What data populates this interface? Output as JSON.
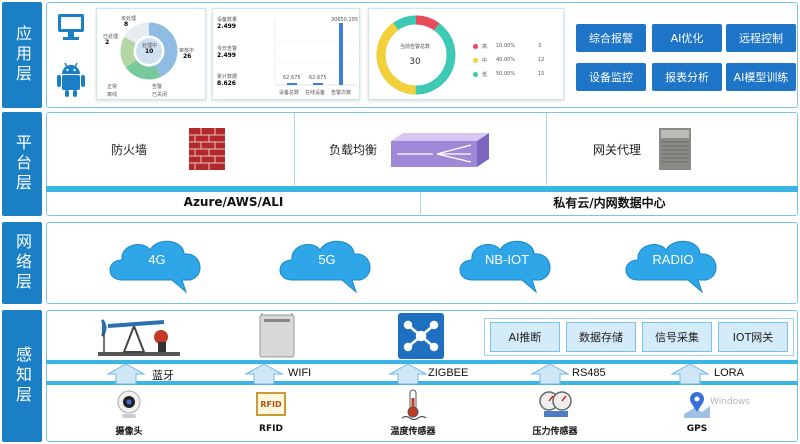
{
  "layers": {
    "application": "应用层",
    "platform": "平台层",
    "network": "网络层",
    "perception": "感知层"
  },
  "application": {
    "donut_left": {
      "labels": [
        "未处理",
        "已处理",
        "处理中",
        "审核中"
      ],
      "values": [
        "8",
        "2",
        "10",
        "26"
      ],
      "legend": [
        "正常",
        "告警",
        "离线",
        "已关闭"
      ]
    },
    "bar_panel": {
      "stats": [
        {
          "label": "设备数量",
          "value": "2.499"
        },
        {
          "label": "今日告警",
          "value": "2.499"
        },
        {
          "label": "累计数据",
          "value": "8.626"
        }
      ],
      "bar_values": [
        "62.675",
        "62.675",
        "30650.205"
      ],
      "bar_labels": [
        "设备总数",
        "在线设备",
        "告警次数"
      ]
    },
    "ring_panel": {
      "center_title": "当前告警总数",
      "center_value": "30",
      "legend": [
        {
          "name": "高",
          "pct": "10.00%",
          "count": "3",
          "color": "#e64a5c"
        },
        {
          "name": "中",
          "pct": "40.00%",
          "count": "12",
          "color": "#f3cf3a"
        },
        {
          "name": "低",
          "pct": "50.00%",
          "count": "15",
          "color": "#3ec9b4"
        }
      ]
    },
    "buttons": [
      "综合报警",
      "AI优化",
      "远程控制",
      "设备监控",
      "报表分析",
      "AI模型训练"
    ]
  },
  "platform": {
    "cells": [
      "防火墙",
      "负载均衡",
      "网关代理"
    ],
    "clouds": [
      "Azure/AWS/ALI",
      "私有云/内网数据中心"
    ]
  },
  "network": {
    "clouds": [
      "4G",
      "5G",
      "NB-IOT",
      "RADIO"
    ]
  },
  "perception": {
    "functions": [
      "AI推断",
      "数据存储",
      "信号采集",
      "IOT网关"
    ],
    "protocols": [
      "蓝牙",
      "WIFI",
      "ZIGBEE",
      "RS485",
      "LORA"
    ],
    "devices": [
      "摄像头",
      "RFID",
      "温度传感器",
      "压力传感器",
      "GPS"
    ],
    "rfid_text": "RFID",
    "gps_watermark": "Windows"
  },
  "colors": {
    "primary": "#1a7fc4",
    "button": "#1e74c6",
    "cloud": "#2fa6e8",
    "accent": "#3ab5e6"
  }
}
